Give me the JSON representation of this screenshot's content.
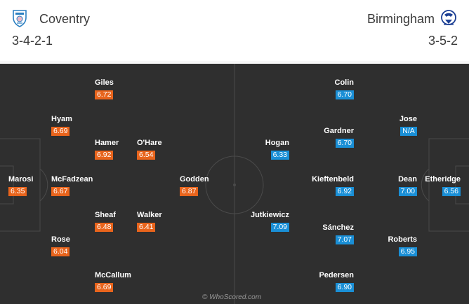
{
  "home": {
    "name": "Coventry",
    "formation": "3-4-2-1",
    "crest_icon": "coventry-crest-icon",
    "color": "#e8641c",
    "players": [
      {
        "name": "Giles",
        "rating": "6.72"
      },
      {
        "name": "Hyam",
        "rating": "6.69"
      },
      {
        "name": "Hamer",
        "rating": "6.92"
      },
      {
        "name": "O'Hare",
        "rating": "6.54"
      },
      {
        "name": "Marosi",
        "rating": "6.35"
      },
      {
        "name": "McFadzean",
        "rating": "6.67"
      },
      {
        "name": "Godden",
        "rating": "6.87"
      },
      {
        "name": "Sheaf",
        "rating": "6.48"
      },
      {
        "name": "Walker",
        "rating": "6.41"
      },
      {
        "name": "Rose",
        "rating": "6.04"
      },
      {
        "name": "McCallum",
        "rating": "6.69"
      }
    ]
  },
  "away": {
    "name": "Birmingham",
    "formation": "3-5-2",
    "crest_icon": "birmingham-crest-icon",
    "color": "#1a8fd6",
    "players": [
      {
        "name": "Colin",
        "rating": "6.70"
      },
      {
        "name": "Jose",
        "rating": "N/A"
      },
      {
        "name": "Gardner",
        "rating": "6.70"
      },
      {
        "name": "Hogan",
        "rating": "6.33"
      },
      {
        "name": "Kieftenbeld",
        "rating": "6.92"
      },
      {
        "name": "Dean",
        "rating": "7.00"
      },
      {
        "name": "Etheridge",
        "rating": "6.56"
      },
      {
        "name": "Jutkiewicz",
        "rating": "7.09"
      },
      {
        "name": "Sánchez",
        "rating": "7.07"
      },
      {
        "name": "Roberts",
        "rating": "6.95"
      },
      {
        "name": "Pedersen",
        "rating": "6.90"
      }
    ]
  },
  "watermark": "© WhoScored.com",
  "pitch_color": "#2f2f2f"
}
